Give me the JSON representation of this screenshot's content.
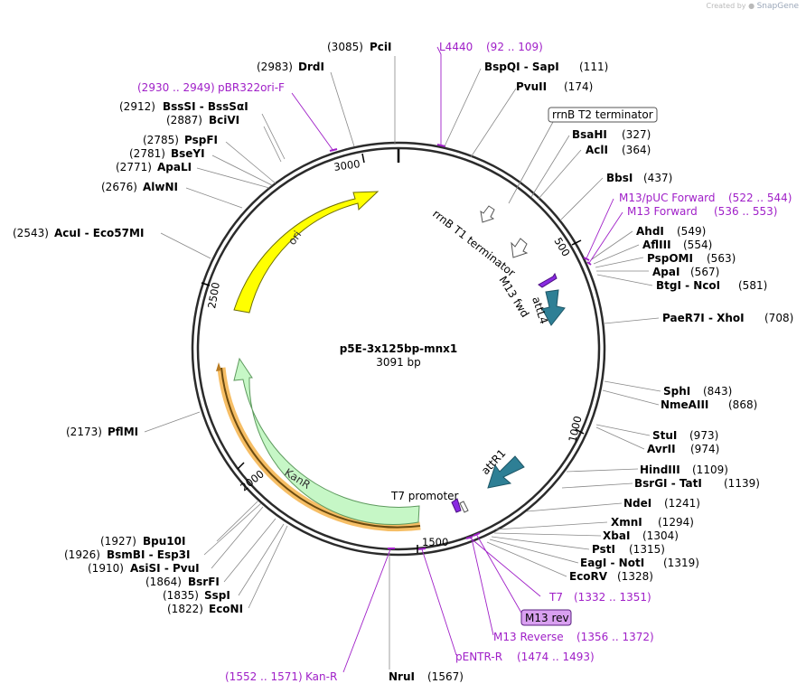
{
  "credit": {
    "prefix": "Created by",
    "brand": "SnapGene"
  },
  "plasmid": {
    "name": "p5E-3x125bp-mnx1",
    "size_label": "3091 bp",
    "length": 3091
  },
  "ticks": [
    "500",
    "1000",
    "1500",
    "2000",
    "2500",
    "3000"
  ],
  "features": [
    {
      "name": "ori",
      "color": "#ffff00"
    },
    {
      "name": "KanR",
      "color": "#c6f7c6"
    },
    {
      "name": "attL4",
      "color": "#2e7f95"
    },
    {
      "name": "attR1",
      "color": "#2e7f95"
    },
    {
      "name": "rrnB T1 terminator"
    },
    {
      "name": "T7 promoter"
    },
    {
      "name": "M13 fwd"
    },
    {
      "name": "rrnB T2 terminator"
    },
    {
      "name": "M13 rev"
    }
  ],
  "enzymes": [
    {
      "label": "PciI",
      "pos": "(3085)"
    },
    {
      "label": "DrdI",
      "pos": "(2983)"
    },
    {
      "label": "BssSI  -  BssSαI",
      "pos": "(2912)"
    },
    {
      "label": "BciVI",
      "pos": "(2887)"
    },
    {
      "label": "PspFI",
      "pos": "(2785)"
    },
    {
      "label": "BseYI",
      "pos": "(2781)"
    },
    {
      "label": "ApaLI",
      "pos": "(2771)"
    },
    {
      "label": "AlwNI",
      "pos": "(2676)"
    },
    {
      "label": "AcuI  -  Eco57MI",
      "pos": "(2543)"
    },
    {
      "label": "PflMI",
      "pos": "(2173)"
    },
    {
      "label": "Bpu10I",
      "pos": "(1927)"
    },
    {
      "label": "BsmBI  -  Esp3I",
      "pos": "(1926)"
    },
    {
      "label": "AsiSI  -  PvuI",
      "pos": "(1910)"
    },
    {
      "label": "BsrFI",
      "pos": "(1864)"
    },
    {
      "label": "SspI",
      "pos": "(1835)"
    },
    {
      "label": "EcoNI",
      "pos": "(1822)"
    },
    {
      "label": "NruI",
      "pos": "(1567)"
    },
    {
      "label": "BspQI  -  SapI",
      "pos": "(111)"
    },
    {
      "label": "PvuII",
      "pos": "(174)"
    },
    {
      "label": "BsaHI",
      "pos": "(327)"
    },
    {
      "label": "AclI",
      "pos": "(364)"
    },
    {
      "label": "BbsI",
      "pos": "(437)"
    },
    {
      "label": "AhdI",
      "pos": "(549)"
    },
    {
      "label": "AflIII",
      "pos": "(554)"
    },
    {
      "label": "PspOMI",
      "pos": "(563)"
    },
    {
      "label": "ApaI",
      "pos": "(567)"
    },
    {
      "label": "BtgI  -  NcoI",
      "pos": "(581)"
    },
    {
      "label": "PaeR7I  -  XhoI",
      "pos": "(708)"
    },
    {
      "label": "SphI",
      "pos": "(843)"
    },
    {
      "label": "NmeAIII",
      "pos": "(868)"
    },
    {
      "label": "StuI",
      "pos": "(973)"
    },
    {
      "label": "AvrII",
      "pos": "(974)"
    },
    {
      "label": "HindIII",
      "pos": "(1109)"
    },
    {
      "label": "BsrGI  -  TatI",
      "pos": "(1139)"
    },
    {
      "label": "NdeI",
      "pos": "(1241)"
    },
    {
      "label": "XmnI",
      "pos": "(1294)"
    },
    {
      "label": "XbaI",
      "pos": "(1304)"
    },
    {
      "label": "PstI",
      "pos": "(1315)"
    },
    {
      "label": "EagI  -  NotI",
      "pos": "(1319)"
    },
    {
      "label": "EcoRV",
      "pos": "(1328)"
    }
  ],
  "primers": [
    {
      "label": "L4440",
      "pos": "(92 .. 109)"
    },
    {
      "label": "pBR322ori-F",
      "pos": "(2930 .. 2949)"
    },
    {
      "label": "M13/pUC Forward",
      "pos": "(522 .. 544)"
    },
    {
      "label": "M13 Forward",
      "pos": "(536 .. 553)"
    },
    {
      "label": "T7",
      "pos": "(1332 .. 1351)"
    },
    {
      "label": "M13 Reverse",
      "pos": "(1356 .. 1372)"
    },
    {
      "label": "pENTR-R",
      "pos": "(1474 .. 1493)"
    },
    {
      "label": "Kan-R",
      "pos": "(1552 .. 1571)"
    }
  ]
}
